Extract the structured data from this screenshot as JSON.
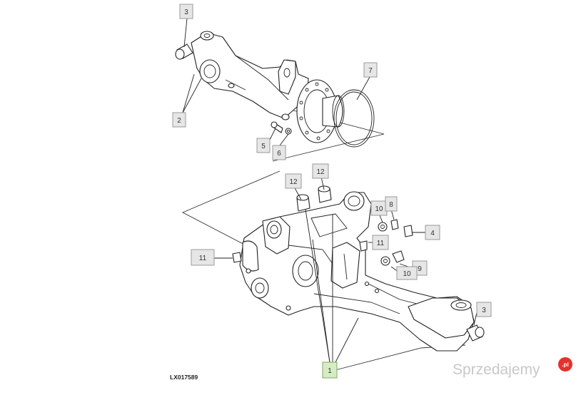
{
  "diagram": {
    "drawing_code": "LX017589",
    "callouts": [
      {
        "id": "callout-3-top",
        "label": "3"
      },
      {
        "id": "callout-2",
        "label": "2"
      },
      {
        "id": "callout-7",
        "label": "7"
      },
      {
        "id": "callout-5",
        "label": "5"
      },
      {
        "id": "callout-6",
        "label": "6"
      },
      {
        "id": "callout-12-left",
        "label": "12"
      },
      {
        "id": "callout-12-right",
        "label": "12"
      },
      {
        "id": "callout-10-top",
        "label": "10"
      },
      {
        "id": "callout-8",
        "label": "8"
      },
      {
        "id": "callout-4",
        "label": "4"
      },
      {
        "id": "callout-11-right",
        "label": "11"
      },
      {
        "id": "callout-11-left",
        "label": "11"
      },
      {
        "id": "callout-9",
        "label": "9"
      },
      {
        "id": "callout-10-bottom",
        "label": "10"
      },
      {
        "id": "callout-3-bottom",
        "label": "3"
      },
      {
        "id": "callout-1",
        "label": "1"
      }
    ]
  },
  "watermark": {
    "text": "Sprzedajemy",
    "badge": ".pl",
    "badge_color": "#e8302b"
  }
}
